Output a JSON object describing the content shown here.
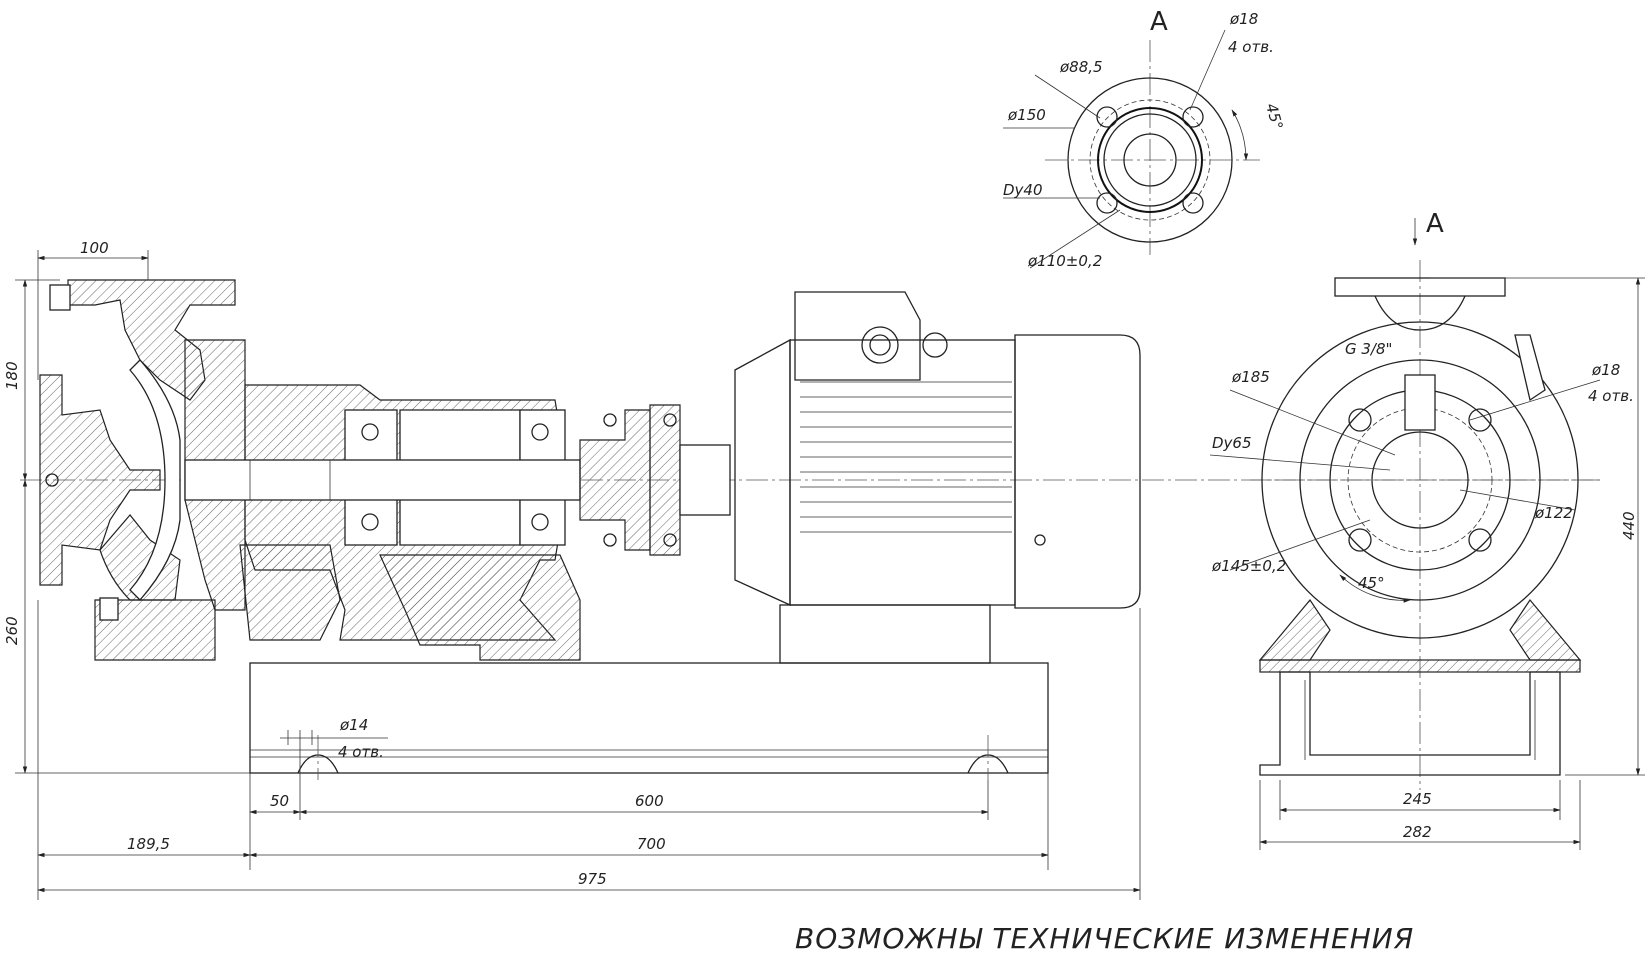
{
  "drawing": {
    "view_label_top": "A",
    "view_label_arrow": "A",
    "note": "ВОЗМОЖНЫ ТЕХНИЧЕСКИЕ ИЗМЕНЕНИЯ",
    "dimensions": {
      "top_100": "100",
      "left_180": "180",
      "left_260": "260",
      "bottom_50": "50",
      "bottom_600": "600",
      "bottom_189_5": "189,5",
      "bottom_700": "700",
      "bottom_975": "975",
      "hole_d14": "ø14",
      "hole_d14_count": "4 отв.",
      "flange_a_d18": "ø18",
      "flange_a_count": "4 отв.",
      "flange_a_d88_5": "ø88,5",
      "flange_a_d150": "ø150",
      "flange_a_dy40": "Dy40",
      "flange_a_d110": "ø110±0,2",
      "flange_a_angle": "45°",
      "side_g38": "G 3/8\"",
      "side_d185": "ø185",
      "side_d18": "ø18",
      "side_count": "4 отв.",
      "side_dy65": "Dy65",
      "side_d122": "ø122",
      "side_d145": "ø145±0,2",
      "side_angle": "45°",
      "side_440": "440",
      "side_245": "245",
      "side_282": "282"
    }
  }
}
